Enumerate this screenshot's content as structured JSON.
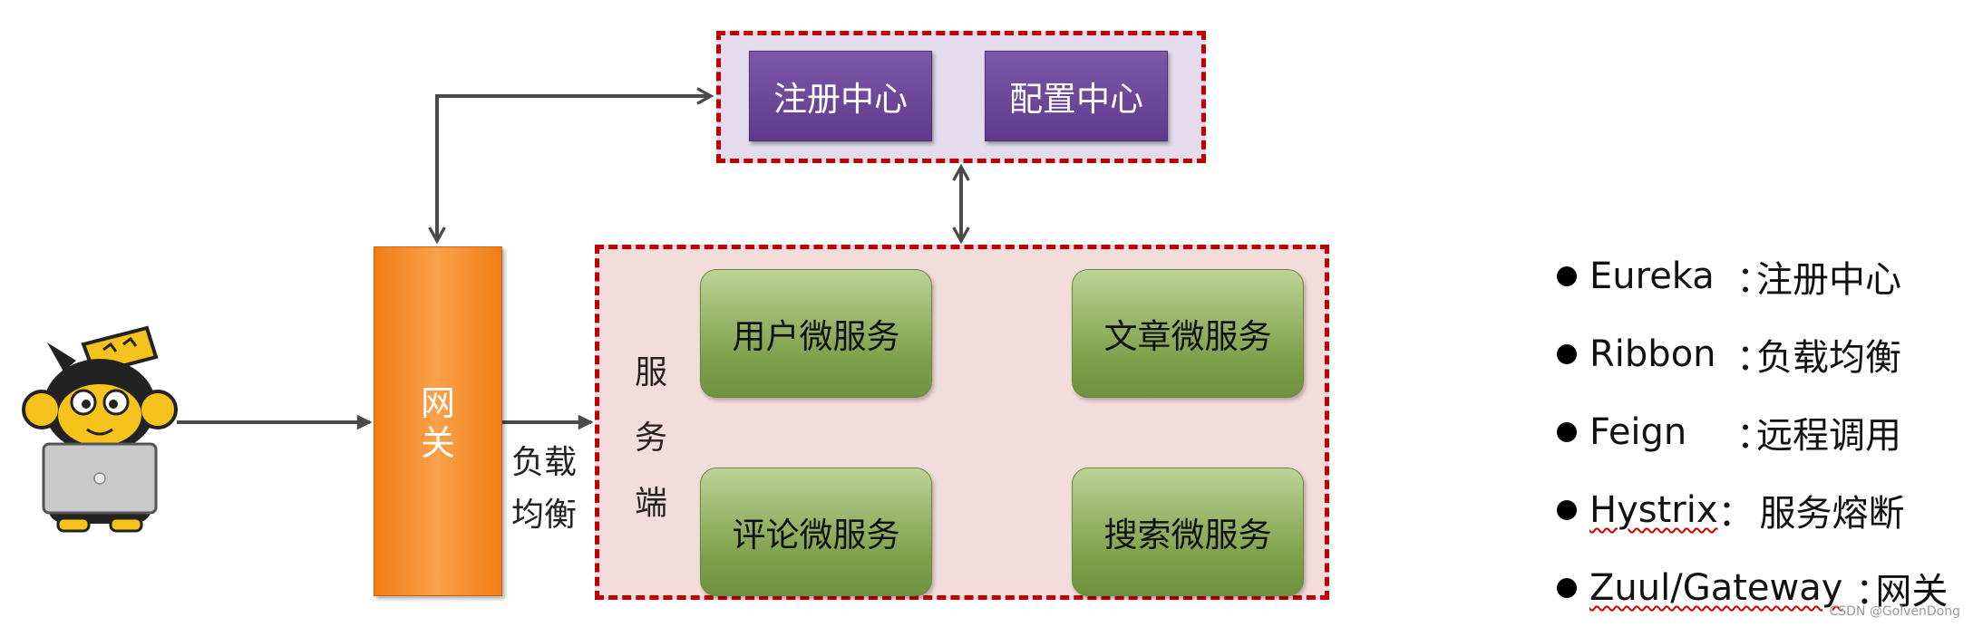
{
  "registry": {
    "registration_center": "注册中心",
    "config_center": "配置中心"
  },
  "gateway": {
    "label_line1": "网",
    "label_line2": "关"
  },
  "load_balance": {
    "line1": "负载",
    "line2": "均衡"
  },
  "service_side": {
    "chars": [
      "服",
      "务",
      "端"
    ]
  },
  "services": {
    "user": "用户微服务",
    "article": "文章微服务",
    "comment": "评论微服务",
    "search": "搜索微服务"
  },
  "legend": [
    {
      "term": "Eureka",
      "sep": "：",
      "desc": "注册中心",
      "wavy": false
    },
    {
      "term": "Ribbon",
      "sep": "：",
      "desc": "负载均衡",
      "wavy": false
    },
    {
      "term": "Feign",
      "sep": "：",
      "desc": "远程调用",
      "wavy": false
    },
    {
      "term": "Hystrix",
      "sep": "：",
      "desc": "服务熔断",
      "wavy": true
    },
    {
      "term": "Zuul/Gateway",
      "sep": "：",
      "desc": "网关",
      "wavy": true
    }
  ],
  "watermark": "CSDN @GolvenDong",
  "colors": {
    "dash_border": "#c00000",
    "purple": "#6b469a",
    "green": "#8fb35a",
    "orange": "#f5891f",
    "arrow": "#4a4a4a"
  },
  "icons": {
    "user": "monkey-with-laptop-icon"
  }
}
